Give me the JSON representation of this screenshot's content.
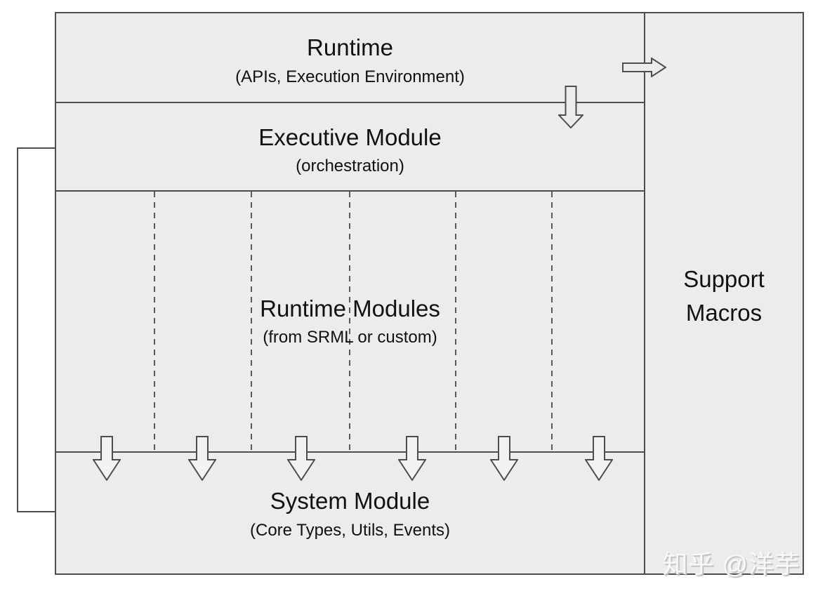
{
  "diagram": {
    "layers": [
      {
        "id": "runtime",
        "title": "Runtime",
        "subtitle": "(APIs, Execution Environment)"
      },
      {
        "id": "executive",
        "title": "Executive Module",
        "subtitle": "(orchestration)"
      },
      {
        "id": "runtime_modules",
        "title": "Runtime Modules",
        "subtitle": "(from SRML or custom)"
      },
      {
        "id": "system",
        "title": "System Module",
        "subtitle": "(Core Types, Utils, Events)"
      }
    ],
    "side_panel": {
      "title_line1": "Support",
      "title_line2": "Macros"
    },
    "connectors": {
      "down_arrow_count_bottom": 6,
      "dashed_column_dividers": 5
    },
    "colors": {
      "box_fill": "#ececec",
      "border": "#4d4d4d",
      "dashed_line": "#5a5a5a",
      "text": "#111111",
      "page_background": "#ffffff",
      "arrow_fill": "#f2f2f2"
    },
    "watermark": "知乎 @洋芋"
  }
}
